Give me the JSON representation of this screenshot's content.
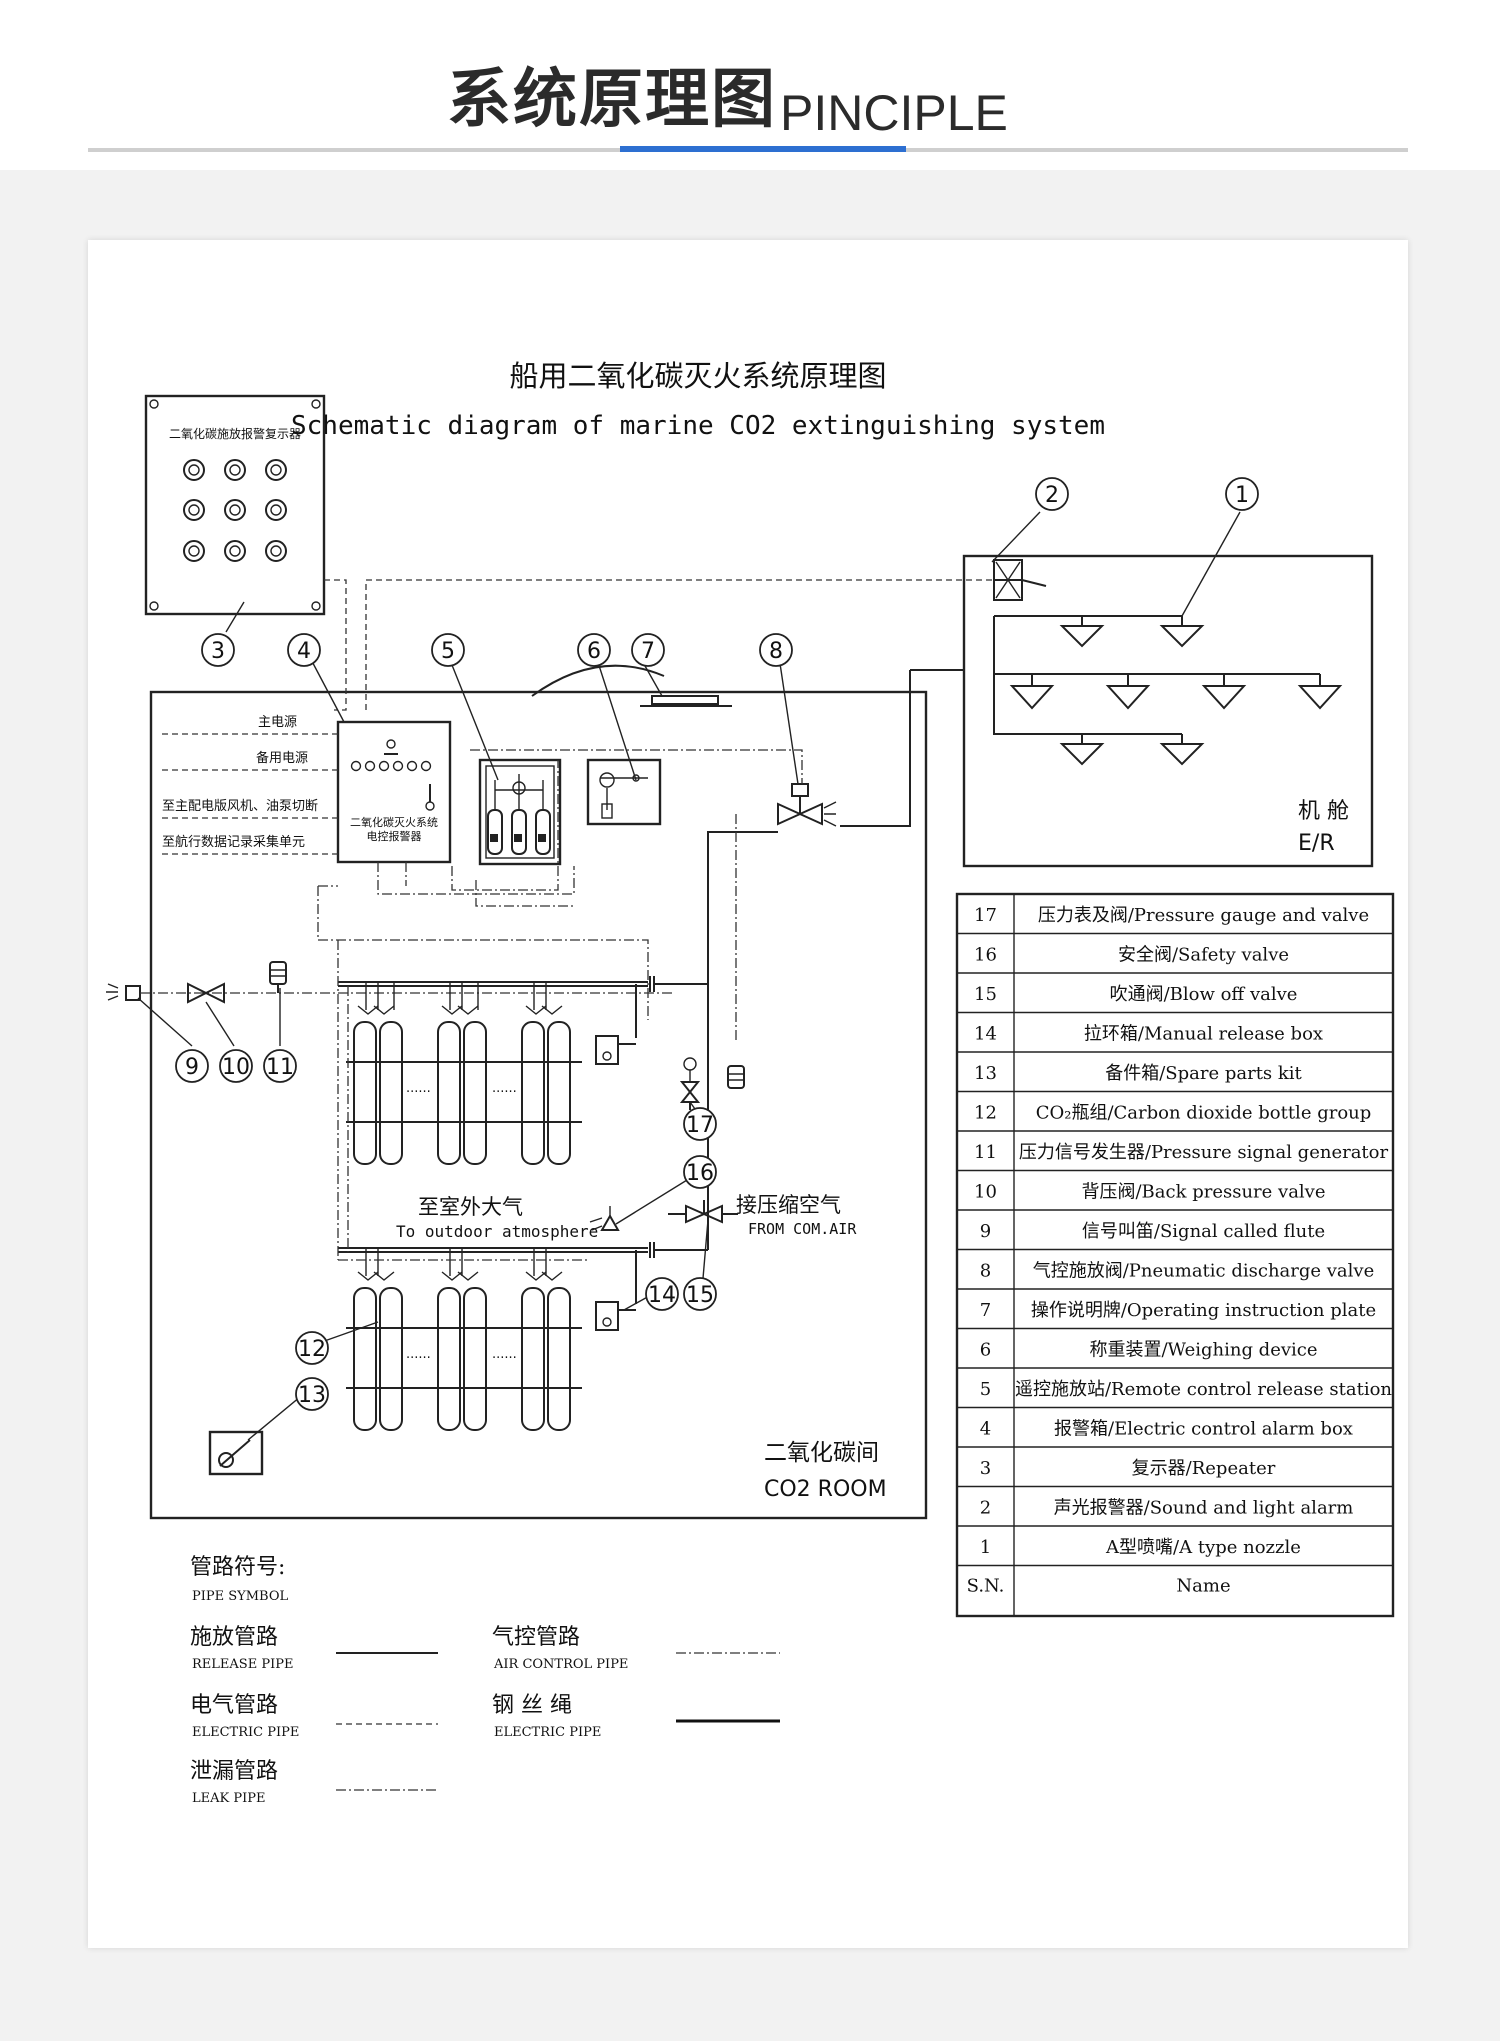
{
  "header": {
    "title_zh": "系统原理图",
    "title_en": "PINCIPLE",
    "accent_color": "#2d6fd1"
  },
  "diagram": {
    "title_zh": "船用二氧化碳灭火系统原理图",
    "title_en": "Schematic diagram of marine CO2 extinguishing system",
    "repeater_panel_label": "二氧化碳施放报警复示器",
    "alarm_box_label_line1": "二氧化碳灭火系统",
    "alarm_box_label_line2": "电控报警器",
    "power_main": "主电源",
    "power_backup": "备用电源",
    "to_switchboard": "至主配电版风机、油泵切断",
    "to_vdr": "至航行数据记录采集单元",
    "er_label_zh": "机 舱",
    "er_label_en": "E/R",
    "outdoor_zh": "至室外大气",
    "outdoor_en": "To outdoor atmosphere",
    "comp_air_zh": "接压缩空气",
    "comp_air_en": "FROM COM.AIR",
    "co2_room_zh": "二氧化碳间",
    "co2_room_en": "CO2 ROOM",
    "dots": "......",
    "callouts": [
      "1",
      "2",
      "3",
      "4",
      "5",
      "6",
      "7",
      "8",
      "9",
      "10",
      "11",
      "12",
      "13",
      "14",
      "15",
      "16",
      "17"
    ]
  },
  "parts_table": {
    "header_sn": "S.N.",
    "header_name": "Name",
    "rows": [
      {
        "sn": "17",
        "name": "压力表及阀/Pressure gauge and valve"
      },
      {
        "sn": "16",
        "name": "安全阀/Safety valve"
      },
      {
        "sn": "15",
        "name": "吹通阀/Blow off valve"
      },
      {
        "sn": "14",
        "name": "拉环箱/Manual release box"
      },
      {
        "sn": "13",
        "name": "备件箱/Spare parts kit"
      },
      {
        "sn": "12",
        "name": "CO₂瓶组/Carbon dioxide bottle group"
      },
      {
        "sn": "11",
        "name": "压力信号发生器/Pressure signal generator"
      },
      {
        "sn": "10",
        "name": "背压阀/Back pressure valve"
      },
      {
        "sn": "9",
        "name": "信号叫笛/Signal called flute"
      },
      {
        "sn": "8",
        "name": "气控施放阀/Pneumatic discharge valve"
      },
      {
        "sn": "7",
        "name": "操作说明牌/Operating instruction plate"
      },
      {
        "sn": "6",
        "name": "称重装置/Weighing device"
      },
      {
        "sn": "5",
        "name": "遥控施放站/Remote control release station"
      },
      {
        "sn": "4",
        "name": "报警箱/Electric control alarm box"
      },
      {
        "sn": "3",
        "name": "复示器/Repeater"
      },
      {
        "sn": "2",
        "name": "声光报警器/Sound and light alarm"
      },
      {
        "sn": "1",
        "name": "A型喷嘴/A type nozzle"
      }
    ]
  },
  "legend": {
    "title_zh": "管路符号:",
    "title_en": "PIPE SYMBOL",
    "items": [
      {
        "zh": "施放管路",
        "en": "RELEASE PIPE"
      },
      {
        "zh": "电气管路",
        "en": "ELECTRIC PIPE"
      },
      {
        "zh": "泄漏管路",
        "en": "LEAK PIPE"
      },
      {
        "zh": "气控管路",
        "en": "AIR CONTROL PIPE"
      },
      {
        "zh": "钢 丝 绳",
        "en": "ELECTRIC PIPE"
      }
    ]
  }
}
